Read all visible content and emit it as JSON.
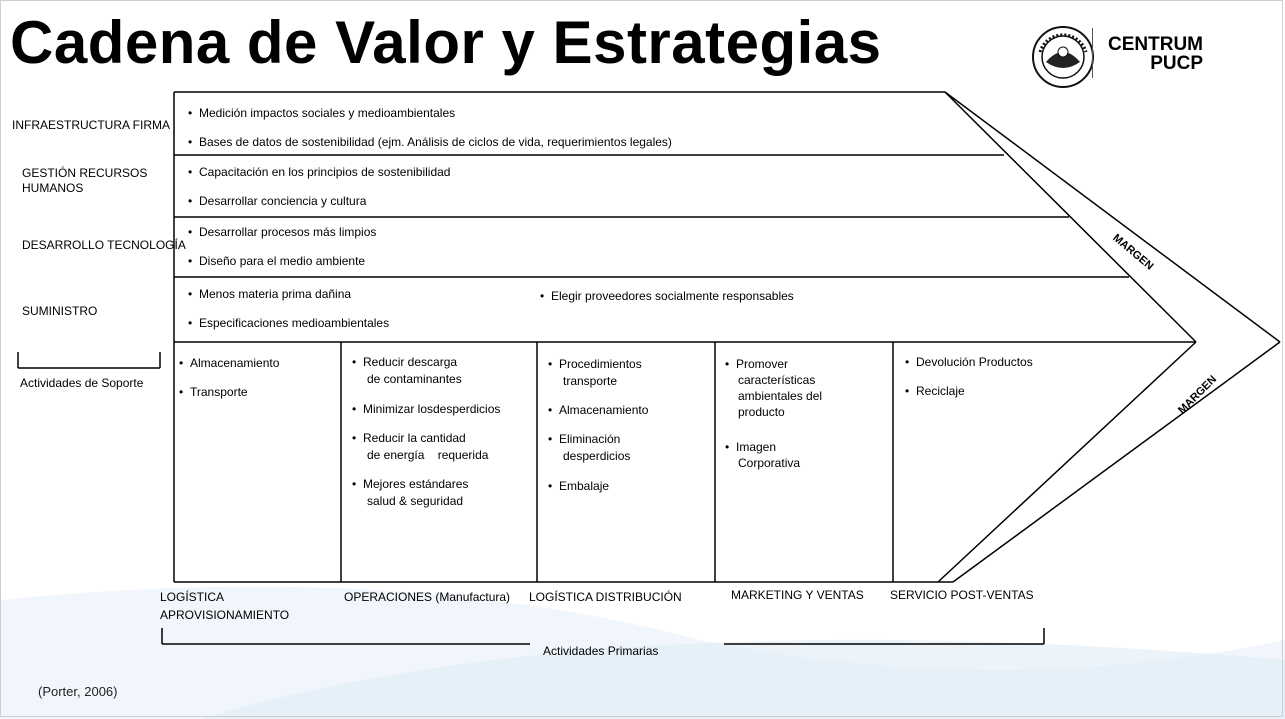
{
  "title": "Cadena de Valor y Estrategias",
  "logo": {
    "line1": "CENTRUM",
    "line2": "PUCP",
    "seal_text": "ET LUX IN TENEBRIS LUCET",
    "icon": "university-seal-icon"
  },
  "support": {
    "rows": [
      {
        "label": "INFRAESTRUCTURA FIRMA",
        "items": [
          "Medición impactos sociales y medioambientales",
          "Bases de datos de sostenibilidad (ejm. Análisis de ciclos de vida, requerimientos legales)"
        ]
      },
      {
        "label": "GESTIÓN RECURSOS HUMANOS",
        "label_lines": [
          "GESTIÓN RECURSOS",
          "HUMANOS"
        ],
        "items": [
          "Capacitación en los principios de sostenibilidad",
          "Desarrollar conciencia y cultura"
        ]
      },
      {
        "label": "DESARROLLO TECNOLOGÍA",
        "items": [
          "Desarrollar procesos más limpios",
          "Diseño para el medio ambiente"
        ]
      },
      {
        "label": "SUMINISTRO",
        "items": [
          "Menos materia prima dañina",
          "Especificaciones medioambientales",
          "Elegir proveedores socialmente responsables"
        ]
      }
    ],
    "group_label": "Actividades de Soporte"
  },
  "primary": {
    "columns": [
      {
        "label_lines": [
          "LOGÍSTICA",
          "APROVISIONAMIENTO"
        ],
        "items": [
          [
            "Almacenamiento"
          ],
          [
            "Transporte"
          ]
        ]
      },
      {
        "label_lines": [
          "OPERACIONES (Manufactura)"
        ],
        "items": [
          [
            "Reducir descarga",
            "de contaminantes"
          ],
          [
            "Minimizar losdesperdicios"
          ],
          [
            "Reducir la cantidad",
            "de energía    requerida"
          ],
          [
            "Mejores estándares",
            "salud & seguridad"
          ]
        ]
      },
      {
        "label_lines": [
          "LOGÍSTICA DISTRIBUCIÓN"
        ],
        "items": [
          [
            "Procedimientos",
            "transporte"
          ],
          [
            "Almacenamiento"
          ],
          [
            "Eliminación",
            "desperdicios"
          ],
          [
            "Embalaje"
          ]
        ]
      },
      {
        "label_lines": [
          "MARKETING Y VENTAS"
        ],
        "items": [
          [
            "Promover",
            "características",
            "ambientales del",
            "producto"
          ],
          [
            "Imagen",
            "Corporativa"
          ]
        ]
      },
      {
        "label_lines": [
          "SERVICIO POST-VENTAS"
        ],
        "items": [
          [
            "Devolución Productos"
          ],
          [
            "Reciclaje"
          ]
        ]
      }
    ],
    "group_label": "Actividades Primarias"
  },
  "margin_labels": [
    "MARGEN",
    "MARGEN"
  ],
  "citation": "(Porter, 2006)"
}
